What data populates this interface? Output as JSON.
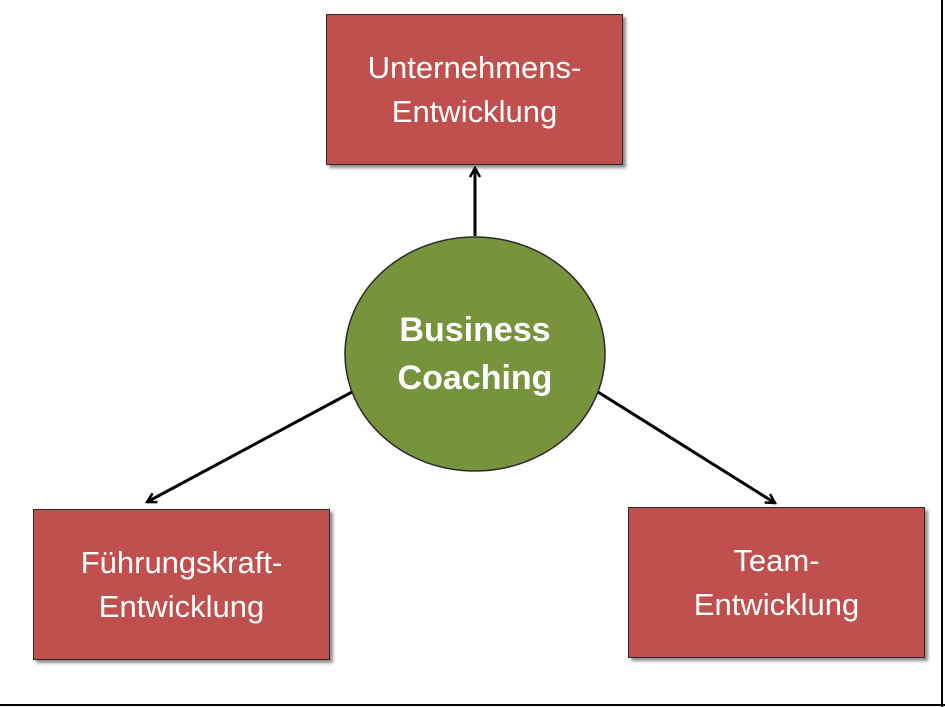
{
  "center": {
    "line1": "Business",
    "line2": "Coaching",
    "fill_color": "#77933c"
  },
  "boxes": {
    "top": {
      "line1": "Unternehmens-",
      "line2": "Entwicklung"
    },
    "left": {
      "line1": "Führungskraft-",
      "line2": "Entwicklung"
    },
    "right": {
      "line1": "Team-",
      "line2": "Entwicklung"
    },
    "fill_color": "#c0504d"
  },
  "connector_color": "#000000"
}
